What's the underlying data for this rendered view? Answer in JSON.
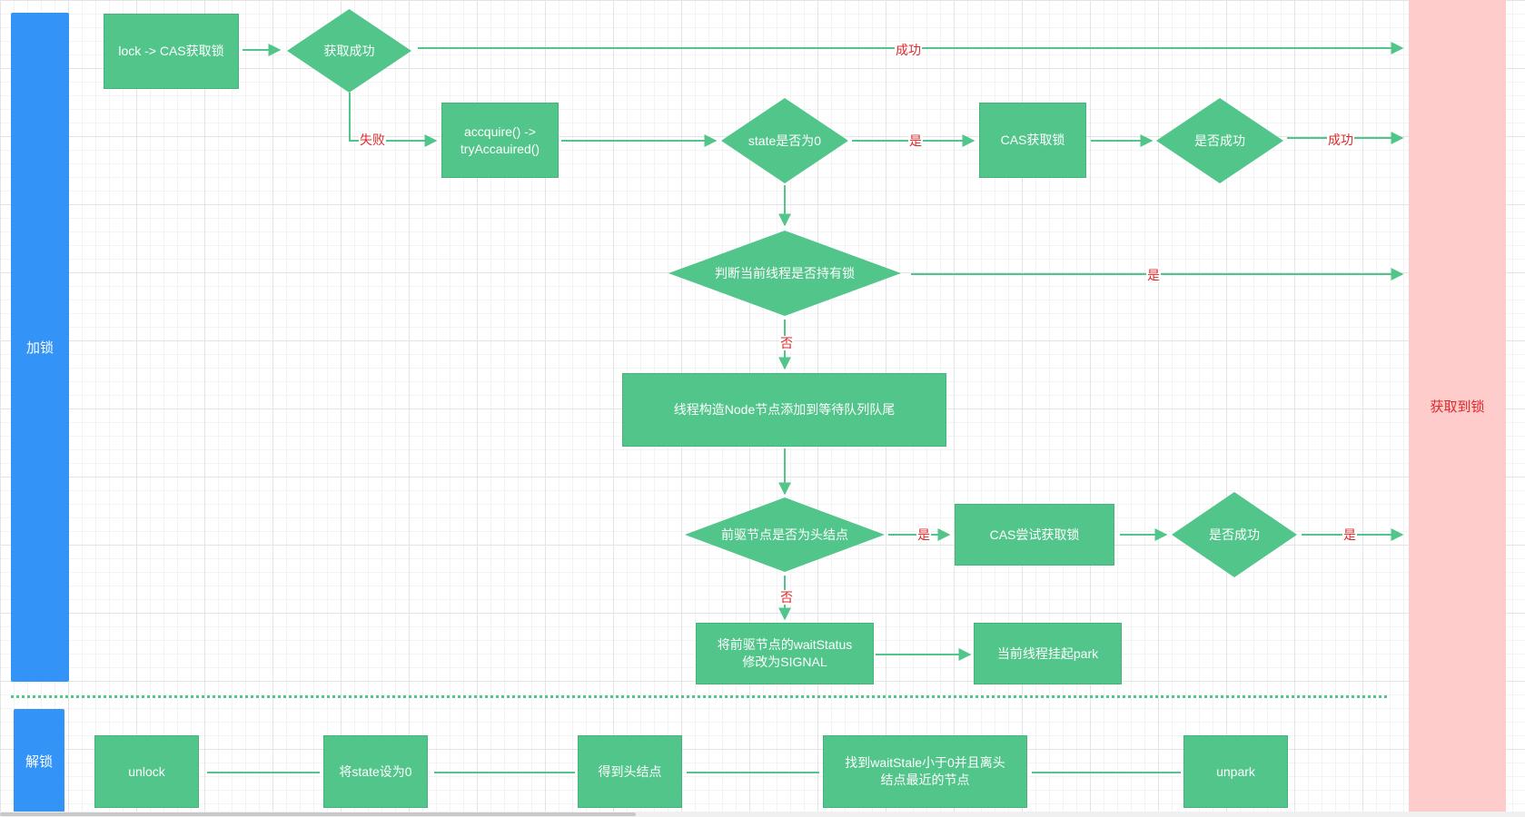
{
  "lanes": {
    "lock": "加锁",
    "unlock": "解锁"
  },
  "result": "获取到锁",
  "nodes": {
    "lock_cas": "lock -> CAS获取锁",
    "acquire": "accquire() ->\ntryAccauired()",
    "cas_get": "CAS获取锁",
    "enqueue": "线程构造Node节点添加到等待队列队尾",
    "cas_try": "CAS尝试获取锁",
    "set_signal": "将前驱节点的waitStatus\n修改为SIGNAL",
    "park": "当前线程挂起park",
    "unlock": "unlock",
    "set_state": "将state设为0",
    "get_head": "得到头结点",
    "find_node": "找到waitStale小于0并且离头\n结点最近的节点",
    "unpark": "unpark"
  },
  "decisions": {
    "acquire_ok": "获取成功",
    "state_zero": "state是否为0",
    "cas_ok": "是否成功",
    "holds_lock": "判断当前线程是否持有锁",
    "pred_head": "前驱节点是否为头结点",
    "try_ok": "是否成功"
  },
  "edge_labels": {
    "success_top": "成功",
    "fail": "失败",
    "yes_state": "是",
    "success_cas": "成功",
    "yes_holds": "是",
    "no_holds": "否",
    "yes_pred": "是",
    "yes_try": "是",
    "no_pred": "否"
  },
  "colors": {
    "node": "#52c58a",
    "lane": "#3393f7",
    "result_band": "#ffcccc",
    "label": "#e0282a"
  }
}
